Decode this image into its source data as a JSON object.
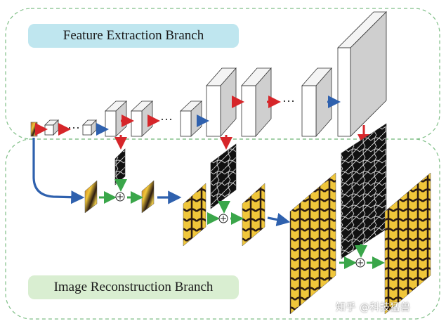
{
  "title_top": "Feature Extraction Branch",
  "title_bottom": "Image Reconstruction Branch",
  "watermark": "知乎 @科技猛兽",
  "ellipsis": "···",
  "colors": {
    "arrow_red": "#d6262a",
    "arrow_blue": "#2f61ae",
    "arrow_green": "#3aa64a",
    "border_dash": "#7fbf86"
  }
}
